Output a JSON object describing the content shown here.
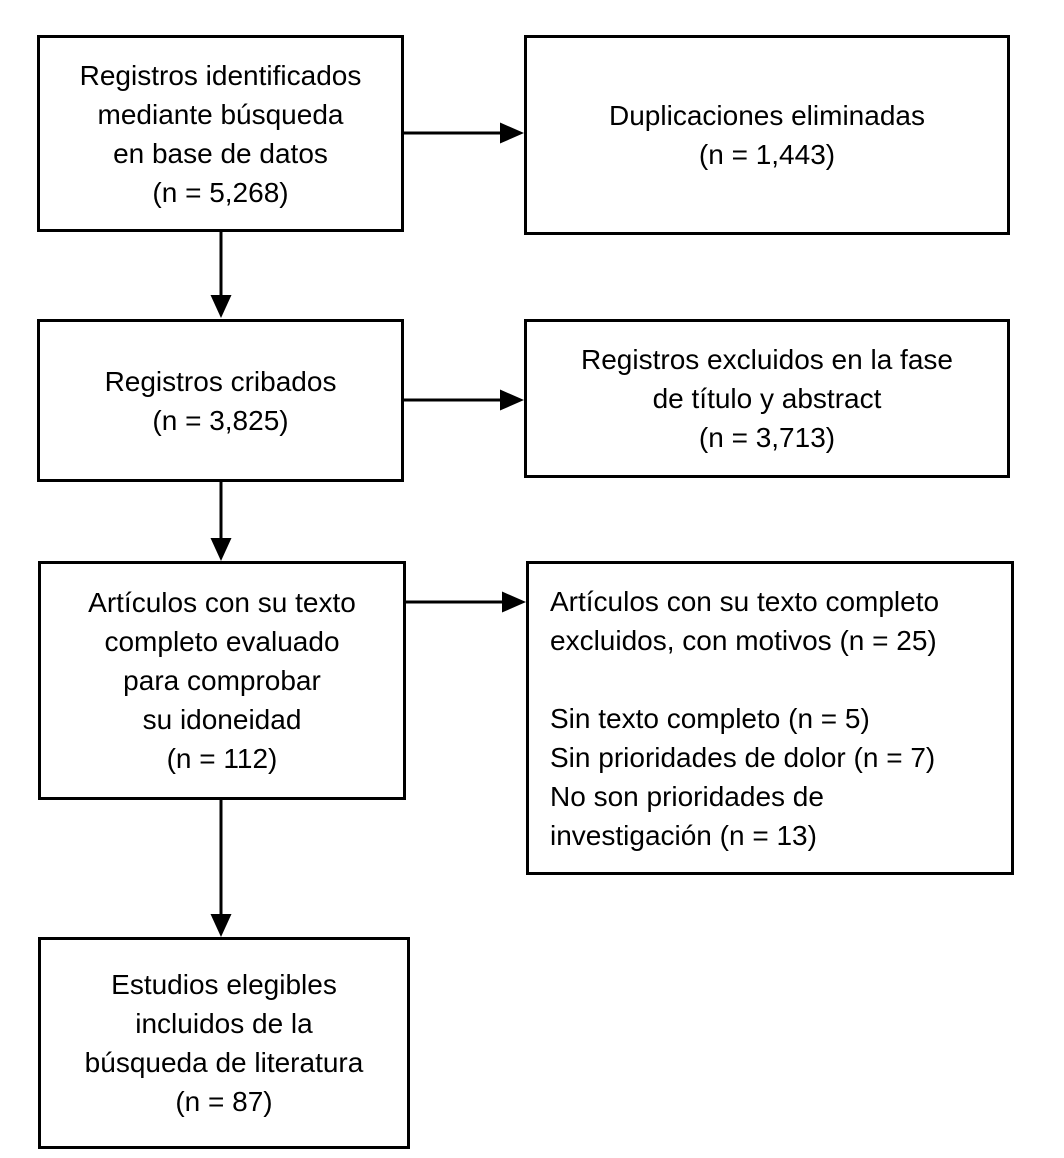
{
  "diagram": {
    "background_color": "#ffffff",
    "line_color": "#000000",
    "text_color": "#000000",
    "boxes": {
      "identified": {
        "lines": [
          "Registros identificados",
          "mediante búsqueda",
          "en base de datos",
          "(n = 5,268)"
        ],
        "n": "5,268"
      },
      "duplicates_removed": {
        "lines": [
          "Duplicaciones eliminadas",
          "(n = 1,443)"
        ],
        "n": "1,443"
      },
      "screened": {
        "lines": [
          "Registros cribados",
          "(n = 3,825)"
        ],
        "n": "3,825"
      },
      "excluded_title_abstract": {
        "lines": [
          "Registros excluidos en la fase",
          "de título y abstract",
          "(n = 3,713)"
        ],
        "n": "3,713"
      },
      "fulltext_assessed": {
        "lines": [
          "Artículos con su texto",
          "completo evaluado",
          "para comprobar",
          "su idoneidad",
          "(n = 112)"
        ],
        "n": "112"
      },
      "fulltext_excluded": {
        "lines": [
          "Artículos con su texto completo",
          "excluidos, con motivos (n = 25)",
          "",
          "Sin texto completo (n = 5)",
          "Sin prioridades de dolor (n = 7)",
          "No son prioridades de",
          "investigación (n = 13)"
        ],
        "n": "25",
        "reasons": [
          {
            "label": "Sin texto completo",
            "n": "5"
          },
          {
            "label": "Sin prioridades de dolor",
            "n": "7"
          },
          {
            "label": "No son prioridades de investigación",
            "n": "13"
          }
        ]
      },
      "included": {
        "lines": [
          "Estudios elegibles",
          "incluidos de la",
          "búsqueda de literatura",
          "(n = 87)"
        ],
        "n": "87"
      }
    }
  }
}
